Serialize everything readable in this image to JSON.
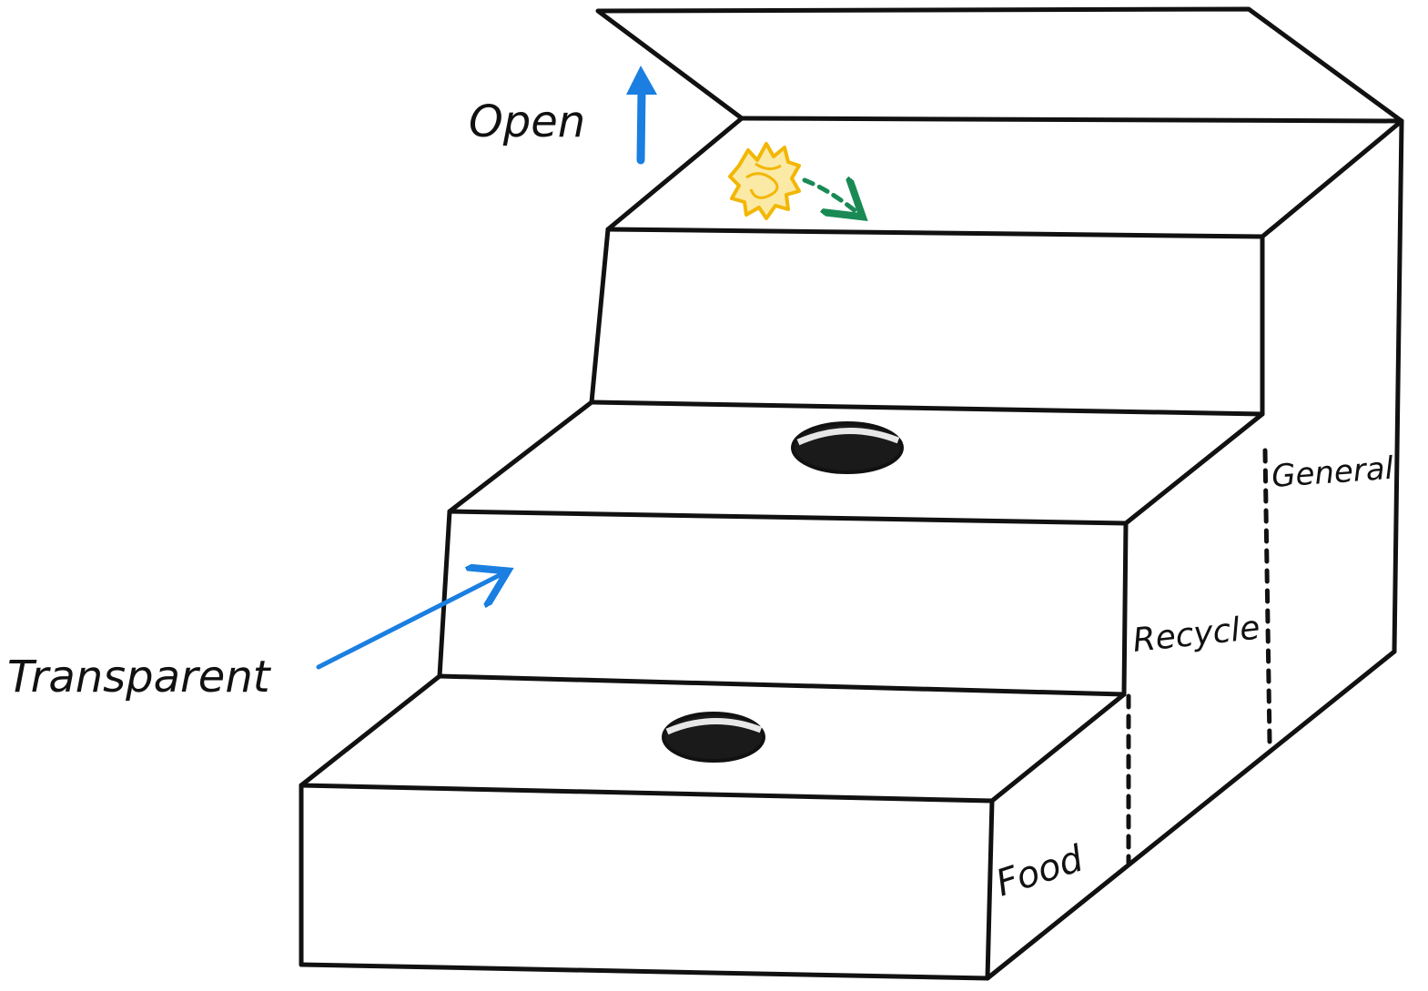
{
  "labels": {
    "open": "Open",
    "transparent": "Transparent",
    "general": "General",
    "recycle": "Recycle",
    "food": "Food"
  },
  "colors": {
    "line": "#111111",
    "annotation_arrow": "#1a7fe0",
    "paper": "#f2b705",
    "paper_arrow": "#1a8a55",
    "background": "#ffffff"
  },
  "icons": {
    "open_arrow": "up-arrow-icon",
    "transparent_arrow": "arrow-icon",
    "paper": "crumpled-paper-icon",
    "paper_arrow": "dashed-arrow-icon",
    "hole": "slot-opening"
  }
}
